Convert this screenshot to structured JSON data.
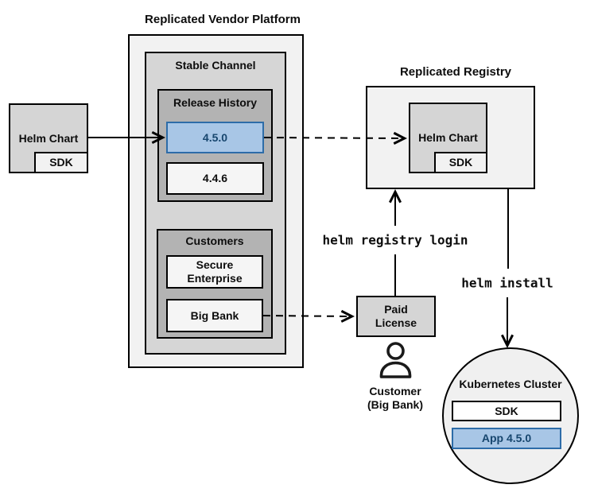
{
  "colors": {
    "highlight_fill": "#a8c6e6",
    "highlight_border": "#2d6ca8",
    "highlight_text": "#17466e",
    "container_fill": "#f2f2f2",
    "channel_fill": "#d6d6d6",
    "section_fill": "#b3b3b3",
    "light_box_fill": "#f5f5f5",
    "gray_box_fill": "#d5d5d5",
    "line_color": "#000000"
  },
  "platform": {
    "title": "Replicated Vendor Platform",
    "stable_channel": {
      "label": "Stable Channel",
      "release_history": {
        "label": "Release History",
        "releases": [
          {
            "version": "4.5.0",
            "highlighted": true
          },
          {
            "version": "4.4.6",
            "highlighted": false
          }
        ]
      },
      "customers": {
        "label": "Customers",
        "items": [
          {
            "lines": [
              "Secure",
              "Enterprise"
            ]
          },
          {
            "lines": [
              "Big Bank"
            ]
          }
        ]
      }
    }
  },
  "source_chart": {
    "label": "Helm Chart",
    "sdk": "SDK"
  },
  "registry": {
    "title": "Replicated Registry",
    "helm_chart": {
      "label": "Helm Chart",
      "sdk": "SDK"
    }
  },
  "paid_license": {
    "lines": [
      "Paid",
      "License"
    ]
  },
  "customer_actor": {
    "lines": [
      "Customer",
      "(Big Bank)"
    ]
  },
  "cluster": {
    "title": "Kubernetes Cluster",
    "sdk": "SDK",
    "app": "App 4.5.0"
  },
  "commands": {
    "registry_login": "helm registry login",
    "install": "helm install"
  }
}
